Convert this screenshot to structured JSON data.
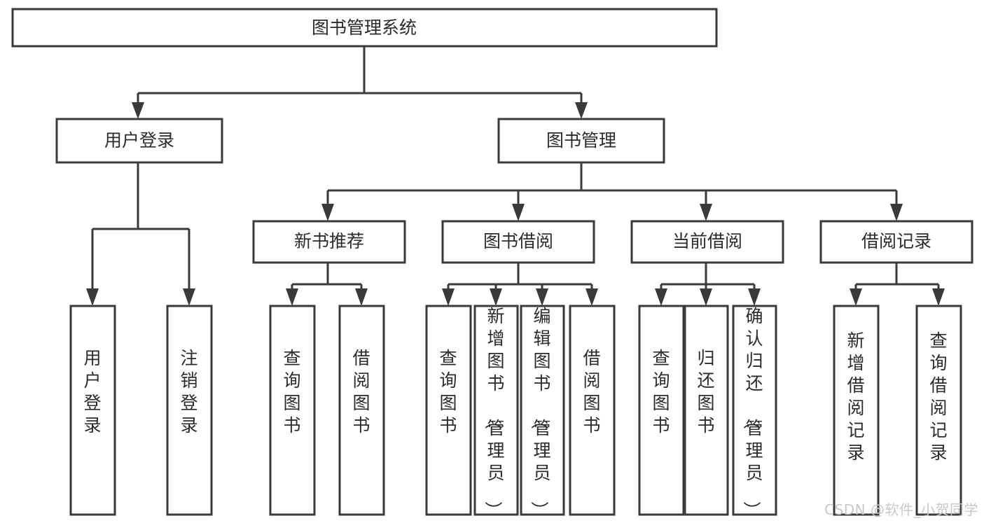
{
  "diagram": {
    "title": "图书管理系统",
    "type": "tree",
    "watermark": "CSDN @软件_小贺同学",
    "colors": {
      "stroke": "#3a3a3a",
      "fill": "#ffffff",
      "text": "#2b2b2b",
      "watermark": "#c8c8c8",
      "background": "#ffffff"
    },
    "root": {
      "label": "图书管理系统"
    },
    "level2": [
      {
        "label": "用户登录"
      },
      {
        "label": "图书管理"
      }
    ],
    "level3": [
      {
        "label": "新书推荐"
      },
      {
        "label": "图书借阅"
      },
      {
        "label": "当前借阅"
      },
      {
        "label": "借阅记录"
      }
    ],
    "leaves": {
      "user_login": [
        {
          "label": "用户登录"
        },
        {
          "label": "注销登录"
        }
      ],
      "new_book": [
        {
          "label": "查询图书"
        },
        {
          "label": "借阅图书"
        }
      ],
      "book_borrow": [
        {
          "label": "查询图书"
        },
        {
          "label": "新增图书（管理员）"
        },
        {
          "label": "编辑图书（管理员）"
        },
        {
          "label": "借阅图书"
        }
      ],
      "current_borrow": [
        {
          "label": "查询图书"
        },
        {
          "label": "归还图书"
        },
        {
          "label": "确认归还（管理员）"
        }
      ],
      "borrow_record": [
        {
          "label": "新增借阅记录"
        },
        {
          "label": "查询借阅记录"
        }
      ]
    }
  }
}
